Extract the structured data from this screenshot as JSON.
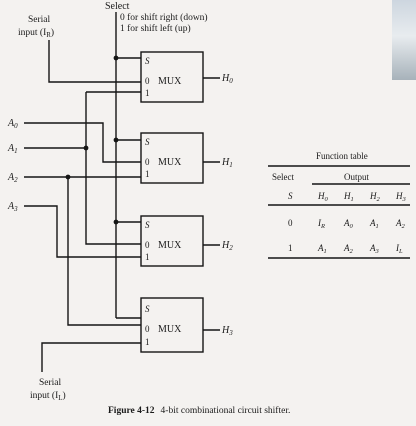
{
  "select": {
    "label": "Select",
    "line1": "0 for shift right (down)",
    "line2": "1 for shift left (up)"
  },
  "serial_in_right": {
    "line1": "Serial",
    "line2": "input (I",
    "sub": "R",
    "end": ")"
  },
  "serial_in_left": {
    "line1": "Serial",
    "line2": "input (I",
    "sub": "L",
    "end": ")"
  },
  "inputs": [
    {
      "base": "A",
      "sub": "0"
    },
    {
      "base": "A",
      "sub": "1"
    },
    {
      "base": "A",
      "sub": "2"
    },
    {
      "base": "A",
      "sub": "3"
    }
  ],
  "muxes": [
    {
      "label": "MUX",
      "s": "S",
      "in0": "0",
      "in1": "1",
      "out_base": "H",
      "out_sub": "0"
    },
    {
      "label": "MUX",
      "s": "S",
      "in0": "0",
      "in1": "1",
      "out_base": "H",
      "out_sub": "1"
    },
    {
      "label": "MUX",
      "s": "S",
      "in0": "0",
      "in1": "1",
      "out_base": "H",
      "out_sub": "2"
    },
    {
      "label": "MUX",
      "s": "S",
      "in0": "0",
      "in1": "1",
      "out_base": "H",
      "out_sub": "3"
    }
  ],
  "function_table": {
    "title": "Function table",
    "header_select": "Select",
    "header_output": "Output",
    "sub_select": "S",
    "sub_outputs": [
      {
        "base": "H",
        "sub": "0"
      },
      {
        "base": "H",
        "sub": "1"
      },
      {
        "base": "H",
        "sub": "2"
      },
      {
        "base": "H",
        "sub": "3"
      }
    ],
    "rows": [
      {
        "s": "0",
        "cells": [
          {
            "base": "I",
            "sub": "R"
          },
          {
            "base": "A",
            "sub": "0"
          },
          {
            "base": "A",
            "sub": "1"
          },
          {
            "base": "A",
            "sub": "2"
          }
        ]
      },
      {
        "s": "1",
        "cells": [
          {
            "base": "A",
            "sub": "1"
          },
          {
            "base": "A",
            "sub": "2"
          },
          {
            "base": "A",
            "sub": "3"
          },
          {
            "base": "I",
            "sub": "L"
          }
        ]
      }
    ]
  },
  "caption": {
    "number": "Figure 4-12",
    "text": "4-bit combinational circuit shifter."
  }
}
